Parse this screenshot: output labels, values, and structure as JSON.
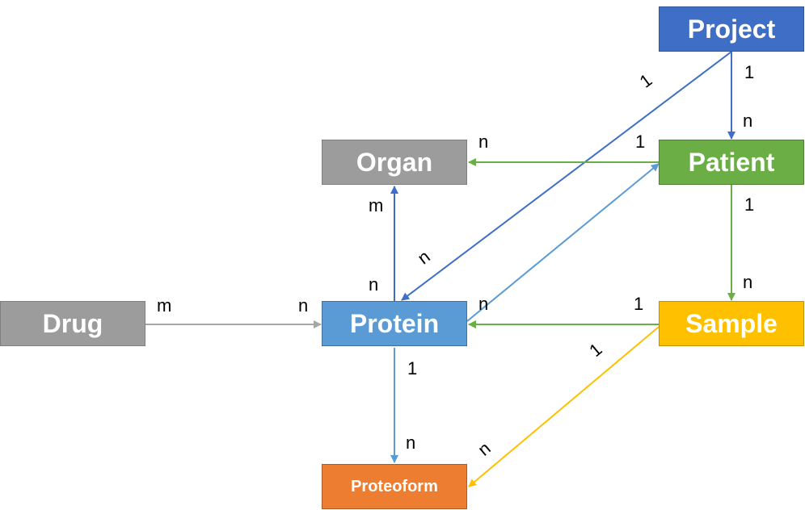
{
  "nodes": {
    "project": {
      "label": "Project",
      "color": "#3E6EC6"
    },
    "organ": {
      "label": "Organ",
      "color": "#9C9C9C"
    },
    "patient": {
      "label": "Patient",
      "color": "#6AAE45"
    },
    "drug": {
      "label": "Drug",
      "color": "#9C9C9C"
    },
    "protein": {
      "label": "Protein",
      "color": "#5B9BD5"
    },
    "sample": {
      "label": "Sample",
      "color": "#FFC000"
    },
    "proteoform": {
      "label": "Proteoform",
      "color": "#ED7D31"
    }
  },
  "edges": [
    {
      "from": "Project",
      "to": "Patient",
      "from_card": "1",
      "to_card": "n",
      "color": "#3E6EC6"
    },
    {
      "from": "Project",
      "to": "Protein",
      "from_card": "1",
      "to_card": "n",
      "color": "#3E6EC6"
    },
    {
      "from": "Patient",
      "to": "Organ",
      "from_card": "1",
      "to_card": "n",
      "color": "#6AAE45"
    },
    {
      "from": "Patient",
      "to": "Sample",
      "from_card": "1",
      "to_card": "n",
      "color": "#6AAE45"
    },
    {
      "from": "Protein",
      "to": "Organ",
      "from_card": "n",
      "to_card": "m",
      "color": "#3E6EC6"
    },
    {
      "from": "Protein",
      "to": "Patient",
      "from_card": "n",
      "to_card": "",
      "color": "#5B9BD5"
    },
    {
      "from": "Drug",
      "to": "Protein",
      "from_card": "m",
      "to_card": "n",
      "color": "#A6A6A6"
    },
    {
      "from": "Sample",
      "to": "Protein",
      "from_card": "1",
      "to_card": "",
      "color": "#6AAE45"
    },
    {
      "from": "Sample",
      "to": "Proteoform",
      "from_card": "1",
      "to_card": "n",
      "color": "#FFC000"
    },
    {
      "from": "Protein",
      "to": "Proteoform",
      "from_card": "1",
      "to_card": "n",
      "color": "#5B9BD5"
    }
  ]
}
